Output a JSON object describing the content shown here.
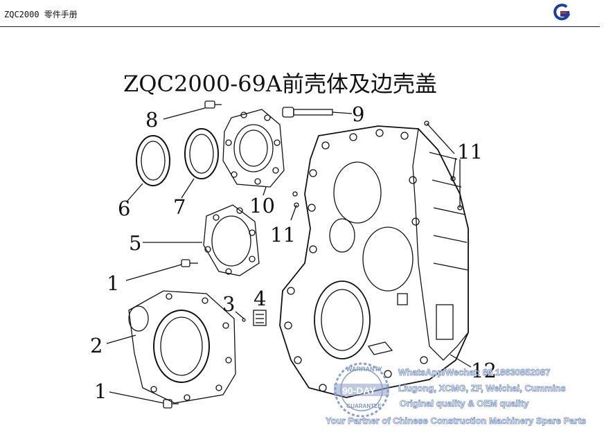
{
  "header": {
    "title": "ZQC2000 零件手册"
  },
  "diagram": {
    "title": "ZQC2000-69A前壳体及边壳盖",
    "callouts": [
      "1",
      "2",
      "3",
      "4",
      "5",
      "6",
      "7",
      "8",
      "9",
      "10",
      "11",
      "11",
      "12",
      "1"
    ]
  },
  "watermark": {
    "line1": "WhatsApp/Wechat: 86 18630852087",
    "line2": "Liugong, XCMG, ZF, Weichai, Cummins",
    "line3": "Original quality & OEM quality",
    "line4": "Your Partner of Chinese Construction Machinery Spare Parts",
    "seal_top": "WARRANTY",
    "seal_mid": "90-DAY",
    "seal_bottom": "GUARANTEE"
  },
  "colors": {
    "ink": "#111111",
    "watermark": "#8a9fc8",
    "logo_blue": "#1a3f9c",
    "logo_red": "#d42a2a"
  }
}
